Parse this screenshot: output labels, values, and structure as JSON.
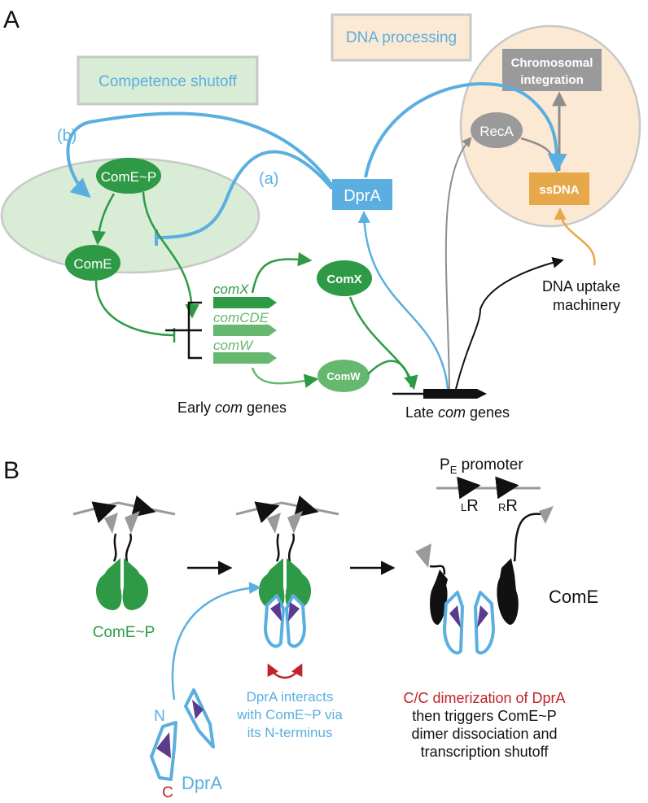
{
  "colors": {
    "green_dark": "#2e9a45",
    "green_light": "#66b86f",
    "blue": "#5aafe0",
    "orange": "#e7a84a",
    "gray": "#9a9a9a",
    "red": "#c0232a",
    "purple": "#5b3b8e",
    "shutoff_bg": "#d8ecd6",
    "processing_bg": "#fbe9d3"
  },
  "panelA": {
    "label": "A",
    "competence_shutoff": "Competence shutoff",
    "dna_processing": "DNA processing",
    "chromosomal_line1": "Chromosomal",
    "chromosomal_line2": "integration",
    "reca": "RecA",
    "ssdna": "ssDNA",
    "dpra": "DprA",
    "comep": "ComE~P",
    "come": "ComE",
    "comx": "ComX",
    "comw": "ComW",
    "route_a": "(a)",
    "route_b": "(b)",
    "gene_comx": "comX",
    "gene_comcde": "comCDE",
    "gene_comw": "comW",
    "uptake_line1": "DNA uptake",
    "uptake_line2": "machinery",
    "early_prefix": "Early ",
    "early_italic": "com",
    "early_suffix": " genes",
    "late_prefix": "Late ",
    "late_italic": "com",
    "late_suffix": " genes"
  },
  "panelB": {
    "label": "B",
    "pe_P": "P",
    "pe_sub": "E",
    "pe_rest": " promoter",
    "lr_sub": "L",
    "lr_main": "R",
    "rr_sub": "R",
    "rr_main": "R",
    "comep": "ComE~P",
    "come": "ComE",
    "dpra": "DprA",
    "n_label": "N",
    "c_label": "C",
    "interact_line1": "DprA interacts",
    "interact_line2": "with ComE~P via",
    "interact_line3": "its N-terminus",
    "dimer_line1": "C/C dimerization of DprA",
    "dimer_line2": "then triggers ComE~P",
    "dimer_line3": "dimer dissociation and",
    "dimer_line4": "transcription shutoff"
  }
}
